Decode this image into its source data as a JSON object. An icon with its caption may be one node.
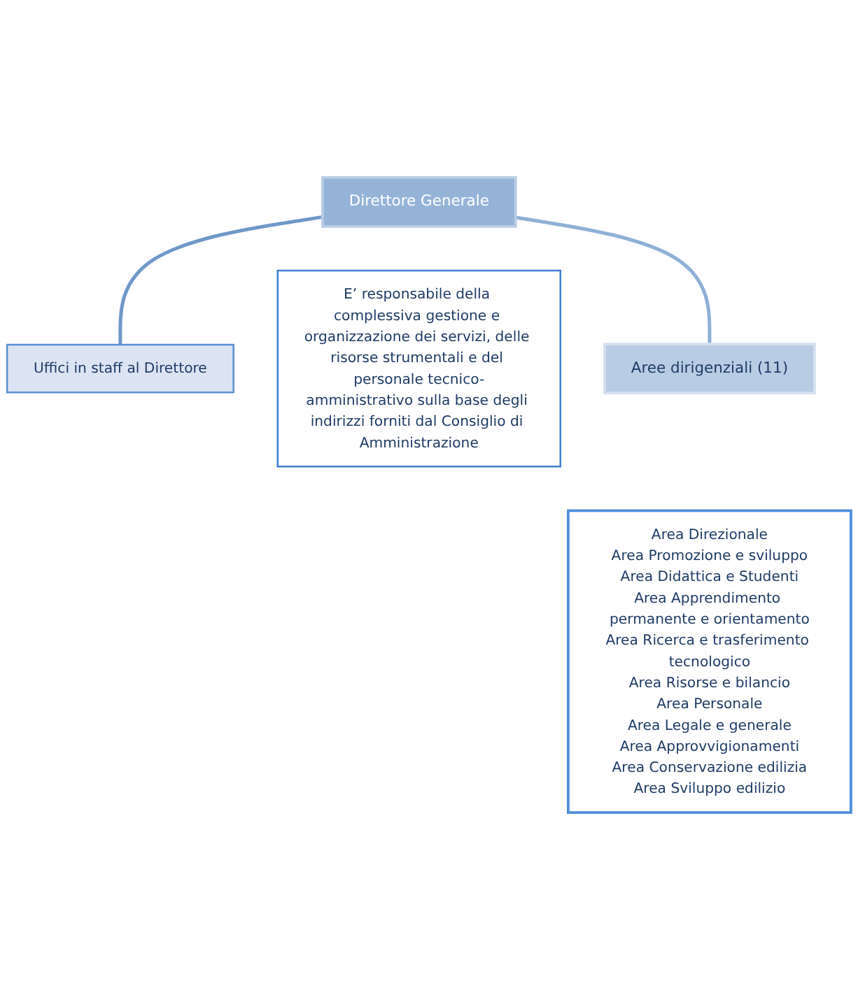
{
  "diagram": {
    "nodes": [
      {
        "text": [
          "Direttore Generale"
        ]
      },
      {
        "text": [
          "Uffici in staff al Direttore"
        ]
      },
      {
        "text": [
          "E’ responsabile della complessiva gestione e organizzazione dei servizi, delle risorse strumentali e del personale tecnico-amministrativo sulla base degli indirizzi forniti dal Consiglio di Amministrazione"
        ]
      },
      {
        "text": [
          "Aree dirigenziali (11)"
        ]
      },
      {
        "text": [
          "Area Direzionale",
          "Area Promozione e sviluppo",
          "Area Didattica e Studenti",
          "Area Apprendimento permanente e orientamento",
          "Area Ricerca e trasferimento tecnologico",
          "Area Risorse e bilancio",
          "Area Personale",
          "Area Legale e generale",
          "Area Approvvigionamenti",
          "Area Conservazione edilizia",
          "Area Sviluppo edilizio"
        ]
      }
    ],
    "edges": [
      {
        "from": 0,
        "to": 1,
        "arrow": "none",
        "color": "#6f98c8"
      },
      {
        "from": 0,
        "to": 3,
        "arrow": "none"
      }
    ]
  }
}
